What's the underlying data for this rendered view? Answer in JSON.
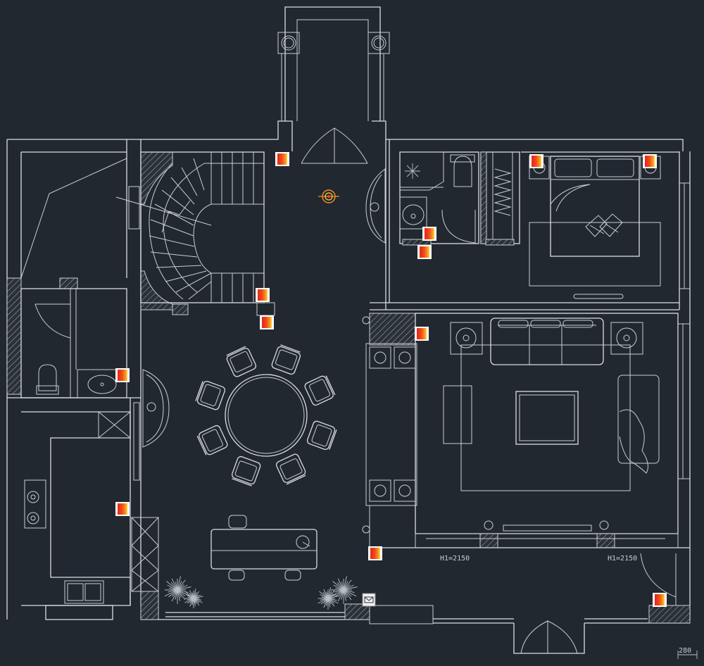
{
  "annotations": {
    "height_label_left": "H1=2150",
    "height_label_right": "H1=2150",
    "dimension": "280"
  },
  "colors": {
    "background": "#212830",
    "lines": "#d8dde2",
    "marker_red": "#e2261c",
    "marker_orange": "#f58a1f",
    "marker_yellow": "#ffd23f"
  },
  "markers": [
    {
      "id": "m1"
    },
    {
      "id": "m2"
    },
    {
      "id": "m3"
    },
    {
      "id": "m4"
    },
    {
      "id": "m5"
    },
    {
      "id": "m6"
    },
    {
      "id": "m7"
    },
    {
      "id": "m8"
    },
    {
      "id": "m9"
    },
    {
      "id": "m10"
    },
    {
      "id": "m11"
    },
    {
      "id": "m12"
    },
    {
      "id": "m13"
    }
  ],
  "icons": {
    "ceiling_light": "ceiling-light-icon",
    "mail": "mail-icon"
  }
}
